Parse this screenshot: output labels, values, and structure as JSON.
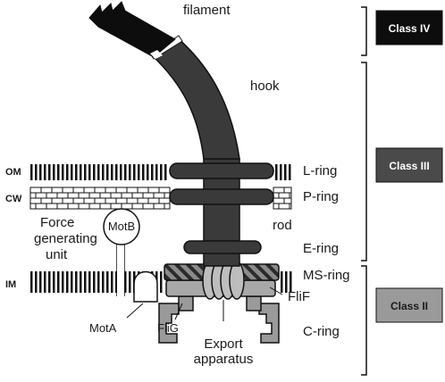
{
  "labels": {
    "filament": "filament",
    "hook": "hook",
    "l_ring": "L-ring",
    "p_ring": "P-ring",
    "rod": "rod",
    "e_ring": "E-ring",
    "ms_ring": "MS-ring",
    "flif": "FliF",
    "c_ring": "C-ring",
    "flig": "FliG",
    "export_line1": "Export",
    "export_line2": "apparatus",
    "mota": "MotA",
    "motb": "MotB",
    "force_line1": "Force",
    "force_line2": "generating",
    "force_line3": "unit",
    "om": "OM",
    "cw": "CW",
    "im": "IM"
  },
  "classes": [
    {
      "label": "Class IV",
      "fill": "#0d0d0d",
      "text_color": "#ffffff"
    },
    {
      "label": "Class III",
      "fill": "#4a4a4a",
      "text_color": "#ffffff"
    },
    {
      "label": "Class II",
      "fill": "#9a9a9a",
      "text_color": "#1a1a1a"
    }
  ],
  "colors": {
    "dark_protein": "#3a3a3a",
    "mid_protein": "#8c8c8c",
    "light_protein": "#b5b5b5",
    "outline": "#111111"
  }
}
